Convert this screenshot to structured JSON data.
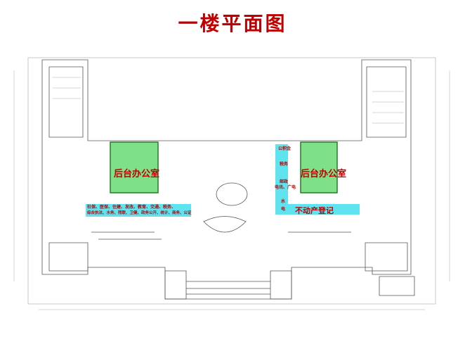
{
  "title": "一楼平面图",
  "zones": {
    "left_office": "后台办公室",
    "right_office": "后台办公室",
    "left_band_line1": "社保、医保、住建、发改、教育、交通、税务、",
    "left_band_line2": "综合执法、水务、残联、卫健、政务公开、统计、商务、公证",
    "right_items": [
      "公积金",
      "税务",
      "邮政",
      "电讯、广电",
      "水",
      "电"
    ],
    "right_band": "不动产登记"
  },
  "colors": {
    "green": "#7fe08a",
    "cyan": "#5fe3ee",
    "red": "#c00000"
  }
}
